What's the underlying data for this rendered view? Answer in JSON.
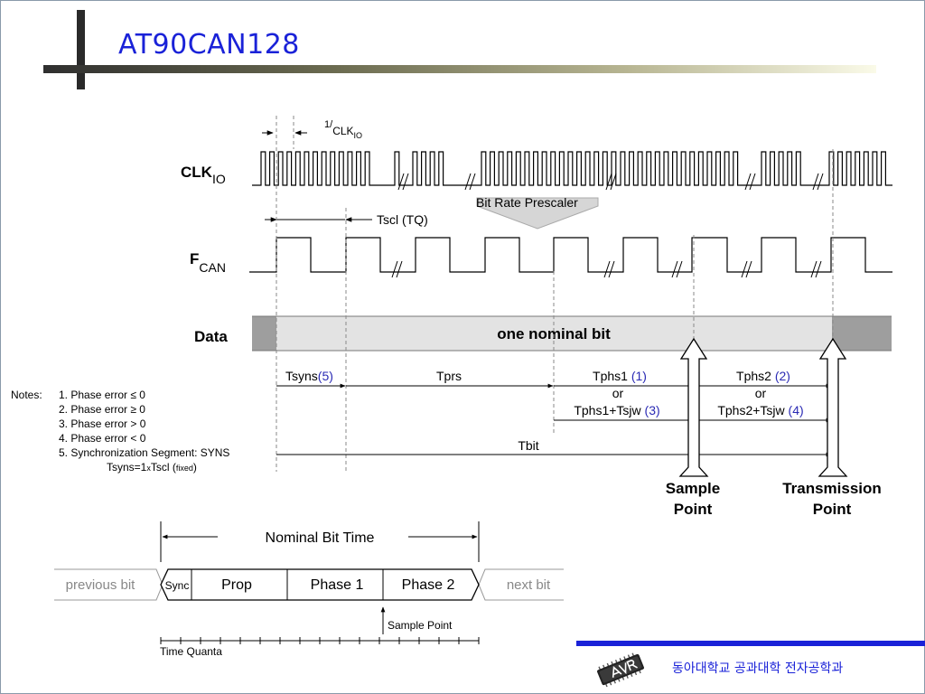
{
  "slide": {
    "title": "AT90CAN128",
    "footer": "동아대학교 공과대학 전자공학과",
    "logo_icon": "avr-chip-logo",
    "accent_color": "#1a22d8"
  },
  "timing": {
    "clk_period": {
      "base": "1/",
      "sub": "CLK",
      "subsub": "IO"
    },
    "signals": {
      "clk": {
        "main": "CLK",
        "sub": "IO"
      },
      "fcan": {
        "main": "F",
        "sub": "CAN"
      },
      "data": "Data"
    },
    "tscl": "Tscl (TQ)",
    "prescaler": "Bit Rate Prescaler",
    "nominal_bit": "one nominal bit",
    "segments": {
      "tsyns": {
        "label": "Tsyns",
        "ref": "(5)"
      },
      "tprs": {
        "label": "Tprs"
      },
      "tphs1": {
        "label": "Tphs1",
        "ref": "(1)"
      },
      "tphs2": {
        "label": "Tphs2",
        "ref": "(2)"
      },
      "or1": "or",
      "or2": "or",
      "tphs1_sjw": {
        "label": "Tphs1+Tsjw",
        "ref": "(3)"
      },
      "tphs2_sjw": {
        "label": "Tphs2+Tsjw",
        "ref": "(4)"
      },
      "tbit": "Tbit"
    },
    "points": {
      "sample": [
        "Sample",
        "Point"
      ],
      "transmission": [
        "Transmission",
        "Point"
      ]
    },
    "notes": {
      "heading": "Notes:",
      "items": [
        "1.  Phase error ≤ 0",
        "2.  Phase error ≥ 0",
        "3.  Phase error > 0",
        "4.  Phase error < 0",
        "5.  Synchronization Segment: SYNS"
      ],
      "tsyns_prefix": "Tsyns=1",
      "tsyns_x": "x",
      "tsyns_main": "Tscl (",
      "tsyns_small": "fixed",
      "tsyns_end": ")"
    }
  },
  "bit_time": {
    "title": "Nominal Bit Time",
    "previous": "previous bit",
    "next": "next bit",
    "segments": [
      "Sync",
      "Prop",
      "Phase 1",
      "Phase 2"
    ],
    "sample_point": "Sample Point",
    "quanta": "Time Quanta"
  }
}
